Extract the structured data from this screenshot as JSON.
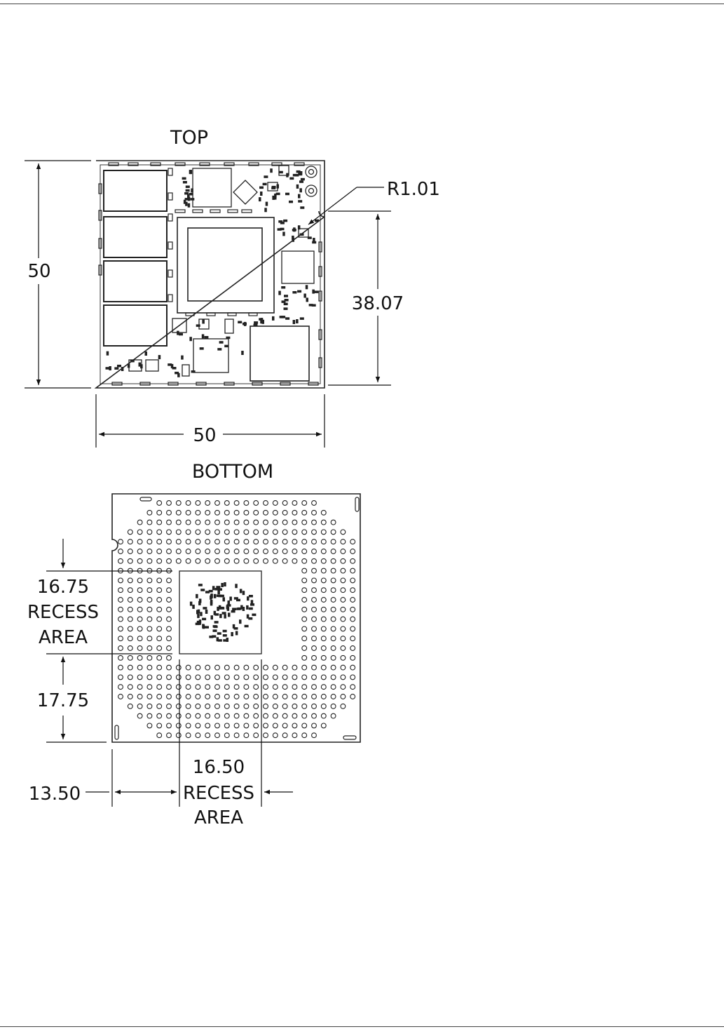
{
  "top_view": {
    "title": "TOP",
    "width_dim": "50",
    "height_dim": "50",
    "radius_dim": "R1.01",
    "cutout_height_dim": "38.07"
  },
  "bottom_view": {
    "title": "BOTTOM",
    "recess_height": {
      "value": "16.75",
      "line1": "RECESS",
      "line2": "AREA"
    },
    "bottom_offset_dim": "17.75",
    "left_offset_dim": "13.50",
    "recess_width": {
      "value": "16.50",
      "line1": "RECESS",
      "line2": "AREA"
    }
  }
}
